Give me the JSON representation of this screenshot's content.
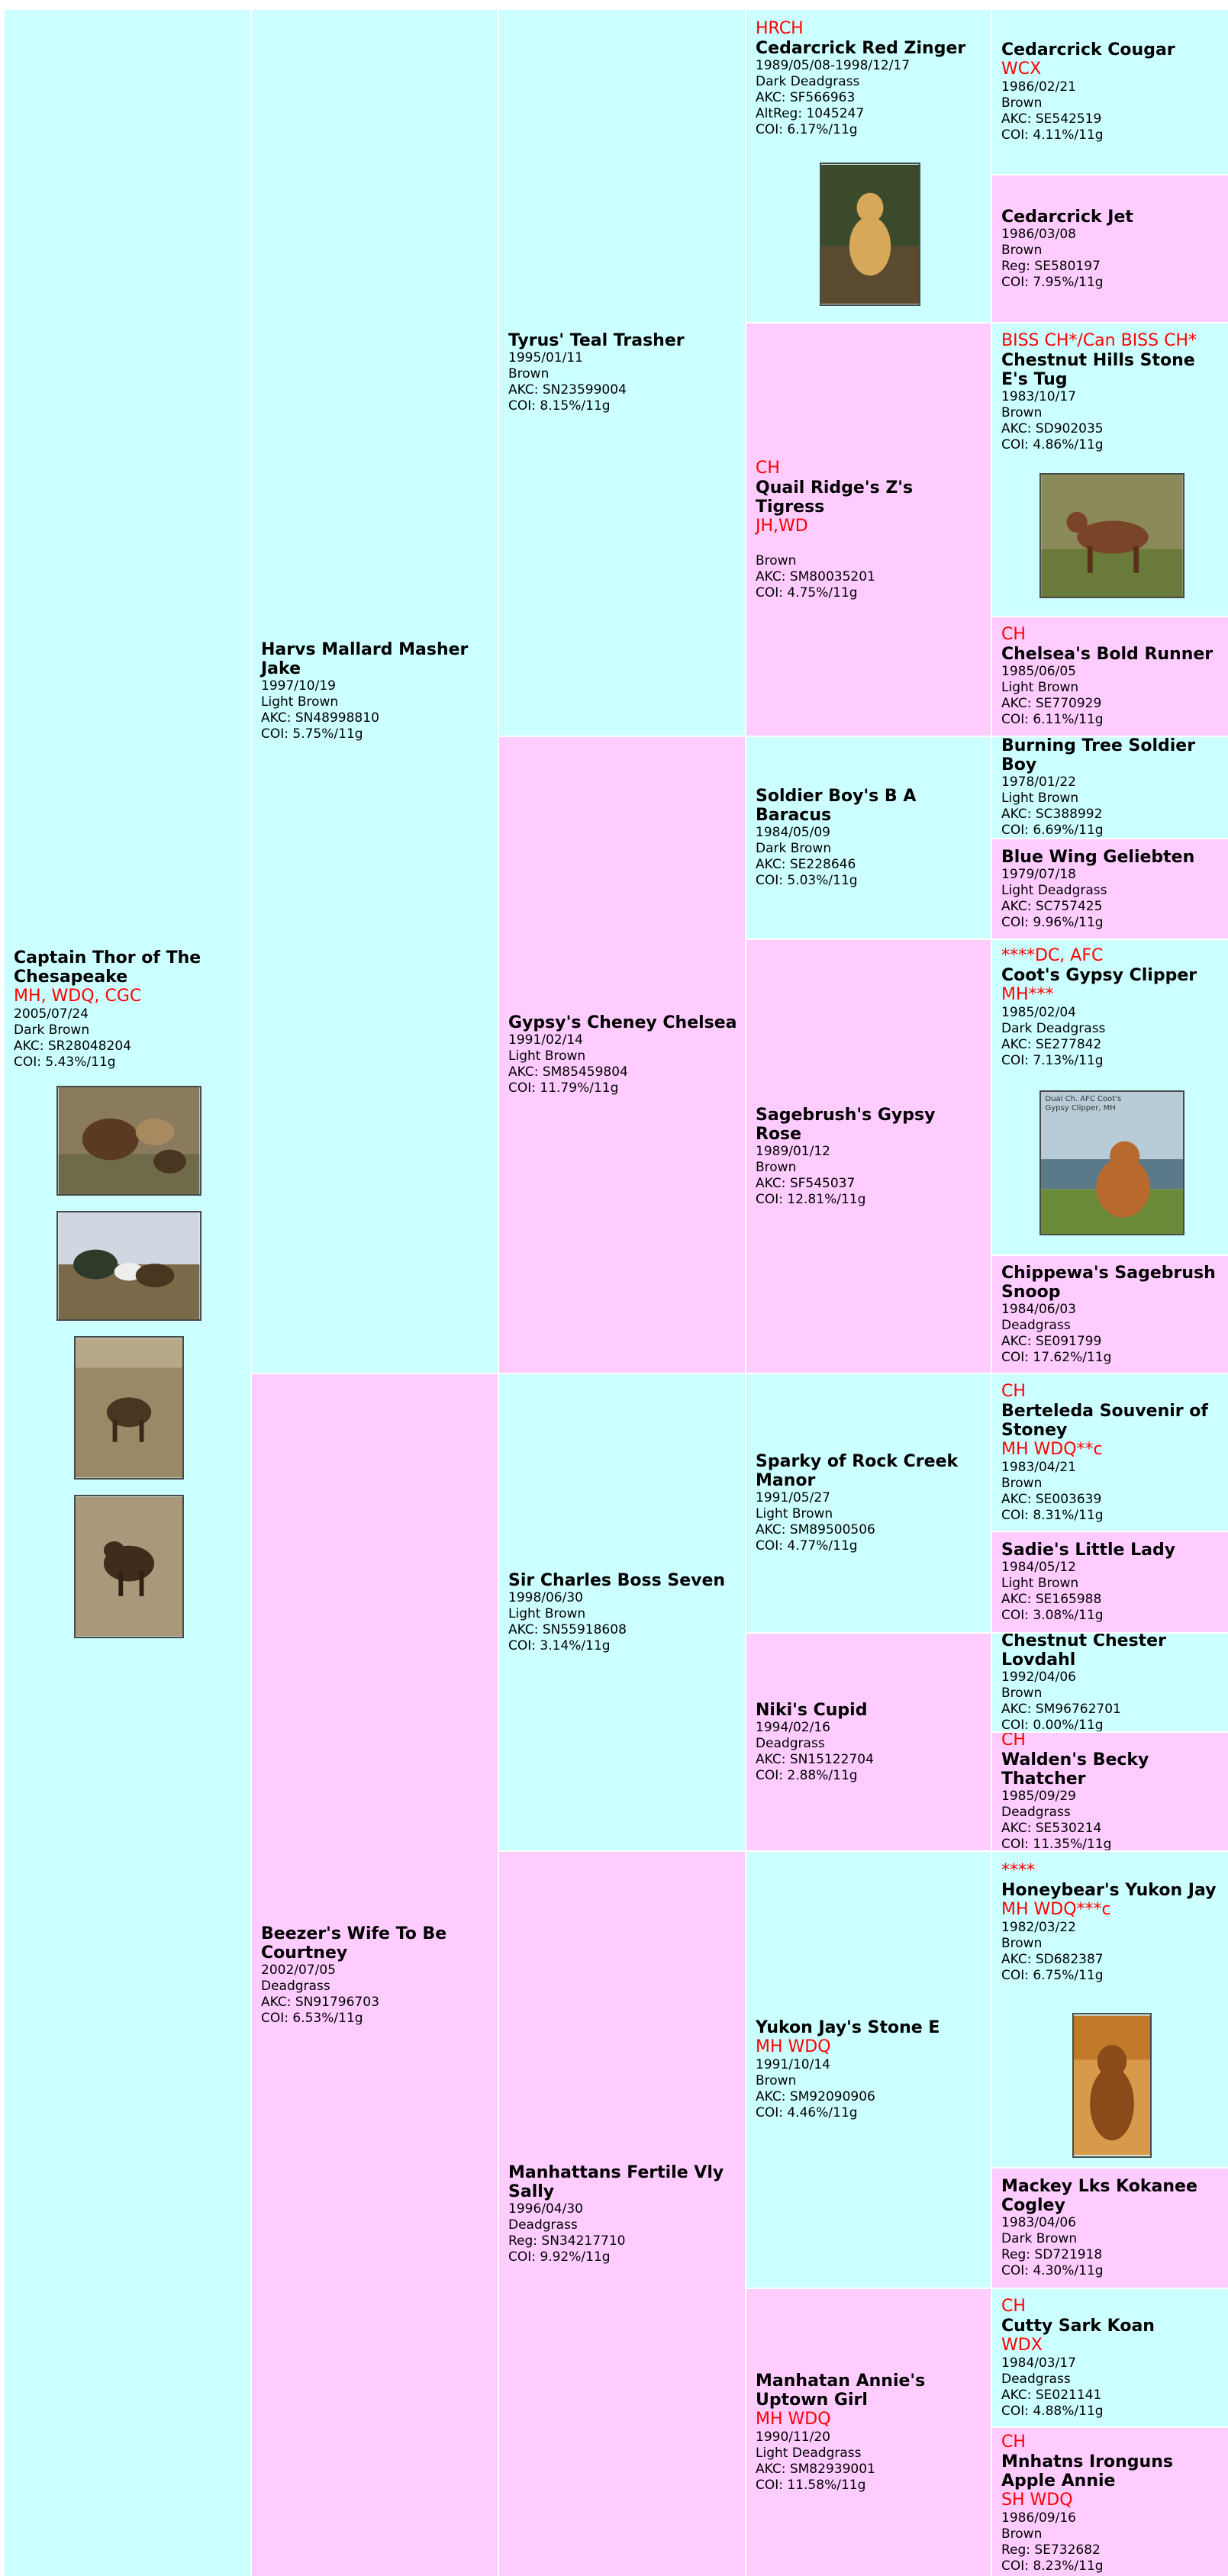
{
  "gen1": {
    "subject": {
      "name": "Captain Thor of The Chesapeake",
      "titles": "MH, WDQ, CGC",
      "dob": "2005/07/24",
      "color": "Dark Brown",
      "reg": "AKC: SR28048204",
      "coi": "COI: 5.43%/11g"
    }
  },
  "gen2": {
    "sire": {
      "name": "Harvs Mallard Masher Jake",
      "dob": "1997/10/19",
      "color": "Light Brown",
      "reg": "AKC: SN48998810",
      "coi": "COI: 5.75%/11g"
    },
    "dam": {
      "name": "Beezer's Wife To Be Courtney",
      "dob": "2002/07/05",
      "color": "Deadgrass",
      "reg": "AKC: SN91796703",
      "coi": "COI: 6.53%/11g"
    }
  },
  "gen3": {
    "ss": {
      "name": "Tyrus' Teal Trasher",
      "dob": "1995/01/11",
      "color": "Brown",
      "reg": "AKC: SN23599004",
      "coi": "COI: 8.15%/11g"
    },
    "sd": {
      "name": "Gypsy's Cheney Chelsea",
      "dob": "1991/02/14",
      "color": "Light Brown",
      "reg": "AKC: SM85459804",
      "coi": "COI: 11.79%/11g"
    },
    "ds": {
      "name": "Sir Charles Boss Seven",
      "dob": "1998/06/30",
      "color": "Light Brown",
      "reg": "AKC: SN55918608",
      "coi": "COI: 3.14%/11g"
    },
    "dd": {
      "name": "Manhattans Fertile Vly Sally",
      "dob": "1996/04/30",
      "color": "Deadgrass",
      "reg": "Reg: SN34217710",
      "coi": "COI: 9.92%/11g"
    }
  },
  "gen4": {
    "sss": {
      "prefix": "HRCH",
      "name": "Cedarcrick Red Zinger",
      "dob": "1989/05/08-1998/12/17",
      "color": "Dark Deadgrass",
      "reg": "AKC: SF566963",
      "reg2": "AltReg: 1045247",
      "coi": "COI: 6.17%/11g"
    },
    "ssd": {
      "prefix": "CH",
      "name": "Quail Ridge's Z's Tigress",
      "suffix": "JH,WD",
      "color": "Brown",
      "reg": "AKC: SM80035201",
      "coi": "COI: 4.75%/11g"
    },
    "sds": {
      "name": "Soldier Boy's B A Baracus",
      "dob": "1984/05/09",
      "color": "Dark Brown",
      "reg": "AKC: SE228646",
      "coi": "COI: 5.03%/11g"
    },
    "sdd": {
      "name": "Sagebrush's Gypsy Rose",
      "dob": "1989/01/12",
      "color": "Brown",
      "reg": "AKC: SF545037",
      "coi": "COI: 12.81%/11g"
    },
    "dss": {
      "name": "Sparky of Rock Creek Manor",
      "dob": "1991/05/27",
      "color": "Light Brown",
      "reg": "AKC: SM89500506",
      "coi": "COI: 4.77%/11g"
    },
    "dsd": {
      "name": "Niki's Cupid",
      "dob": "1994/02/16",
      "color": "Deadgrass",
      "reg": "AKC: SN15122704",
      "coi": "COI: 2.88%/11g"
    },
    "dds": {
      "name": "Yukon Jay's Stone E",
      "suffix": "MH WDQ",
      "dob": "1991/10/14",
      "color": "Brown",
      "reg": "AKC: SM92090906",
      "coi": "COI: 4.46%/11g"
    },
    "ddd": {
      "name": "Manhatan Annie's Uptown Girl",
      "suffix": "MH WDQ",
      "dob": "1990/11/20",
      "color": "Light Deadgrass",
      "reg": "AKC: SM82939001",
      "coi": "COI: 11.58%/11g"
    }
  },
  "gen5": {
    "ssss": {
      "name": "Cedarcrick Cougar",
      "suffix": "WCX",
      "dob": "1986/02/21",
      "color": "Brown",
      "reg": "AKC: SE542519",
      "coi": "COI: 4.11%/11g"
    },
    "sssd": {
      "name": "Cedarcrick Jet",
      "dob": "1986/03/08",
      "color": "Brown",
      "reg": "Reg: SE580197",
      "coi": "COI: 7.95%/11g"
    },
    "ssds": {
      "prefix": "BISS CH*/Can BISS CH*",
      "name": "Chestnut Hills Stone E's Tug",
      "dob": "1983/10/17",
      "color": "Brown",
      "reg": "AKC: SD902035",
      "coi": "COI: 4.86%/11g"
    },
    "ssdd": {
      "prefix": "CH",
      "name": "Chelsea's Bold Runner",
      "dob": "1985/06/05",
      "color": "Light Brown",
      "reg": "AKC: SE770929",
      "coi": "COI: 6.11%/11g"
    },
    "sdss": {
      "name": "Burning Tree Soldier Boy",
      "dob": "1978/01/22",
      "color": "Light Brown",
      "reg": "AKC: SC388992",
      "coi": "COI: 6.69%/11g"
    },
    "sdsd": {
      "name": "Blue Wing Geliebten",
      "dob": "1979/07/18",
      "color": "Light Deadgrass",
      "reg": "AKC: SC757425",
      "coi": "COI: 9.96%/11g"
    },
    "sdds": {
      "prefix": "****DC, AFC",
      "name": "Coot's Gypsy Clipper",
      "suffix": "MH***",
      "dob": "1985/02/04",
      "color": "Dark Deadgrass",
      "reg": "AKC: SE277842",
      "coi": "COI: 7.13%/11g",
      "photo_caption": "Dual Ch. AFC Coot's Gypsy Clipper, MH"
    },
    "sddd": {
      "name": "Chippewa's Sagebrush Snoop",
      "dob": "1984/06/03",
      "color": "Deadgrass",
      "reg": "AKC: SE091799",
      "coi": "COI: 17.62%/11g"
    },
    "dsss": {
      "prefix": "CH",
      "name": "Berteleda Souvenir of Stoney",
      "suffix": "MH WDQ**c",
      "dob": "1983/04/21",
      "color": "Brown",
      "reg": "AKC: SE003639",
      "coi": "COI: 8.31%/11g"
    },
    "dssd": {
      "name": "Sadie's Little Lady",
      "dob": "1984/05/12",
      "color": "Light Brown",
      "reg": "AKC: SE165988",
      "coi": "COI: 3.08%/11g"
    },
    "dsds": {
      "name": "Chestnut Chester Lovdahl",
      "dob": "1992/04/06",
      "color": "Brown",
      "reg": "AKC: SM96762701",
      "coi": "COI: 0.00%/11g"
    },
    "dsdd": {
      "prefix": "CH",
      "name": "Walden's Becky Thatcher",
      "dob": "1985/09/29",
      "color": "Deadgrass",
      "reg": "AKC: SE530214",
      "coi": "COI: 11.35%/11g"
    },
    "ddss": {
      "prefix": "****",
      "name": "Honeybear's Yukon Jay",
      "suffix": "MH WDQ***c",
      "dob": "1982/03/22",
      "color": "Brown",
      "reg": "AKC: SD682387",
      "coi": "COI: 6.75%/11g"
    },
    "ddsd": {
      "name": "Mackey Lks Kokanee Cogley",
      "dob": "1983/04/06",
      "color": "Dark Brown",
      "reg": "Reg: SD721918",
      "coi": "COI: 4.30%/11g"
    },
    "ddds": {
      "prefix": "CH",
      "name": "Cutty Sark Koan",
      "suffix": "WDX",
      "dob": "1984/03/17",
      "color": "Deadgrass",
      "reg": "AKC: SE021141",
      "coi": "COI: 4.88%/11g"
    },
    "dddd": {
      "prefix": "CH",
      "name": "Mnhatns Ironguns Apple Annie",
      "suffix": "SH WDQ",
      "dob": "1986/09/16",
      "color": "Brown",
      "reg": "Reg: SE732682",
      "coi": "COI: 8.23%/11g"
    }
  },
  "colors": {
    "cyan_cell": "#ccffff",
    "pink_cell": "#ffccff",
    "title_red": "#ff0000"
  },
  "icons": [
    "dog-photo"
  ]
}
